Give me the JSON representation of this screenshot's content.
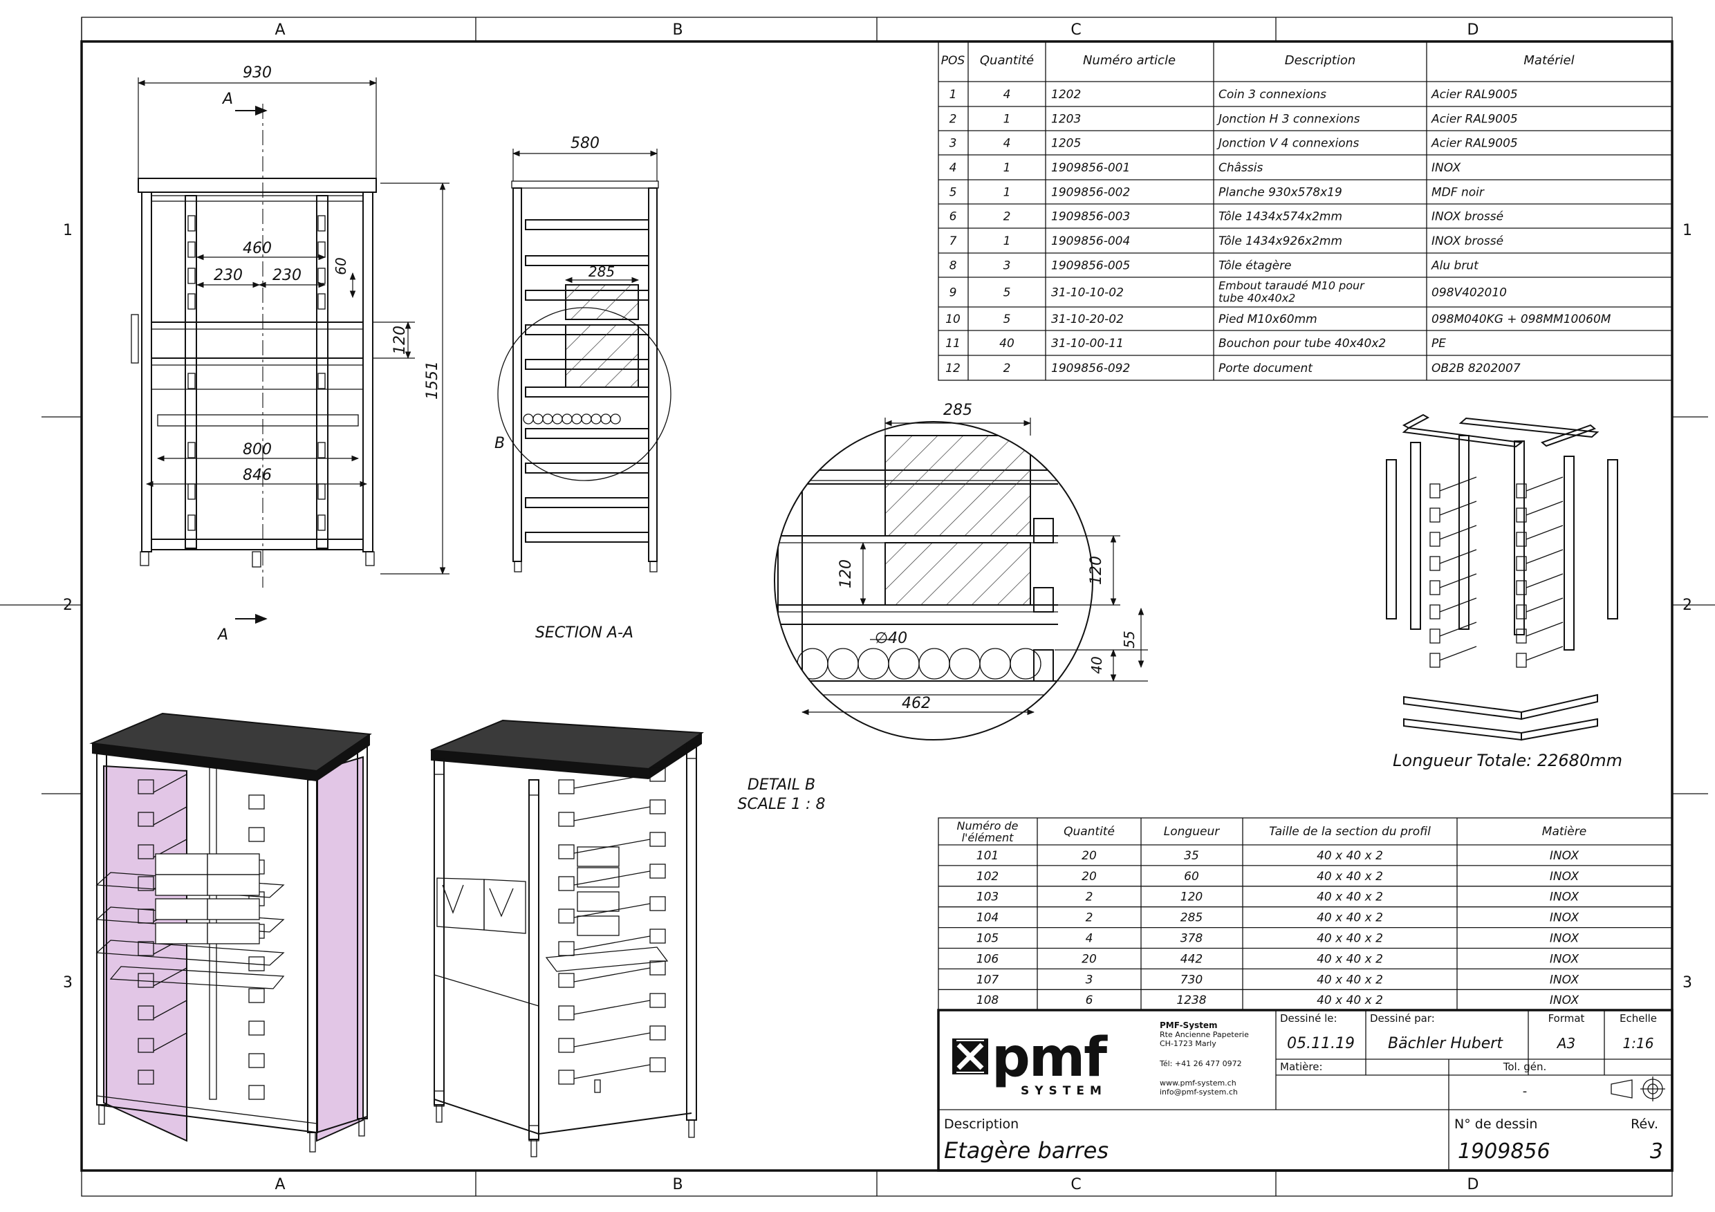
{
  "sheet": {
    "grid_columns": [
      "A",
      "B",
      "C",
      "D"
    ],
    "grid_rows": [
      "1",
      "2",
      "3"
    ]
  },
  "front_view": {
    "dims": {
      "overall_width": "930",
      "inner_460": "460",
      "half_a": "230",
      "half_b": "230",
      "d60": "60",
      "d120": "120",
      "d800": "800",
      "d846": "846",
      "height": "1551"
    },
    "section_letter_top": "A",
    "section_letter_bottom": "A"
  },
  "section_view": {
    "dims": {
      "depth": "580",
      "d285": "285"
    },
    "detail_letter": "B",
    "caption": "SECTION A-A"
  },
  "detail_b": {
    "dims": {
      "d285": "285",
      "d120_left": "120",
      "d120_right": "120",
      "dia40": "∅40",
      "d55": "55",
      "d40": "40",
      "d462": "462"
    },
    "caption_line1": "DETAIL B",
    "caption_line2": "SCALE 1 : 8"
  },
  "frame_iso": {
    "caption": "Longueur Totale: 22680mm"
  },
  "parts_list": {
    "headers": [
      "POS",
      "Quantité",
      "Numéro article",
      "Description",
      "Matériel"
    ],
    "rows": [
      [
        "1",
        "4",
        "1202",
        "Coin 3 connexions",
        "Acier RAL9005"
      ],
      [
        "2",
        "1",
        "1203",
        "Jonction H 3 connexions",
        "Acier RAL9005"
      ],
      [
        "3",
        "4",
        "1205",
        "Jonction V 4 connexions",
        "Acier RAL9005"
      ],
      [
        "4",
        "1",
        "1909856-001",
        "Châssis",
        "INOX"
      ],
      [
        "5",
        "1",
        "1909856-002",
        "Planche 930x578x19",
        "MDF noir"
      ],
      [
        "6",
        "2",
        "1909856-003",
        "Tôle 1434x574x2mm",
        "INOX brossé"
      ],
      [
        "7",
        "1",
        "1909856-004",
        "Tôle 1434x926x2mm",
        "INOX brossé"
      ],
      [
        "8",
        "3",
        "1909856-005",
        "Tôle étagère",
        "Alu brut"
      ],
      [
        "9",
        "5",
        "31-10-10-02",
        "Embout taraudé M10 pour tube 40x40x2",
        "098V402010"
      ],
      [
        "10",
        "5",
        "31-10-20-02",
        "Pied M10x60mm",
        "098M040KG + 098MM10060M"
      ],
      [
        "11",
        "40",
        "31-10-00-11",
        "Bouchon pour tube 40x40x2",
        "PE"
      ],
      [
        "12",
        "2",
        "1909856-092",
        "Porte document",
        "OB2B 8202007"
      ]
    ]
  },
  "profile_list": {
    "headers": [
      "Numéro de l'élément",
      "Quantité",
      "Longueur",
      "Taille de la section du profil",
      "Matière"
    ],
    "rows": [
      [
        "101",
        "20",
        "35",
        "40 x 40 x 2",
        "INOX"
      ],
      [
        "102",
        "20",
        "60",
        "40 x 40 x 2",
        "INOX"
      ],
      [
        "103",
        "2",
        "120",
        "40 x 40 x 2",
        "INOX"
      ],
      [
        "104",
        "2",
        "285",
        "40 x 40 x 2",
        "INOX"
      ],
      [
        "105",
        "4",
        "378",
        "40 x 40 x 2",
        "INOX"
      ],
      [
        "106",
        "20",
        "442",
        "40 x 40 x 2",
        "INOX"
      ],
      [
        "107",
        "3",
        "730",
        "40 x 40 x 2",
        "INOX"
      ],
      [
        "108",
        "6",
        "1238",
        "40 x 40 x 2",
        "INOX"
      ]
    ]
  },
  "title_block": {
    "logo_word": "pmf",
    "logo_sub": "SYSTEM",
    "company_name": "PMF-System",
    "address_1": "Rte Ancienne Papeterie",
    "address_2": "CH-1723 Marly",
    "phone": "Tél: +41 26 477 0972",
    "web": "www.pmf-system.ch",
    "email": "info@pmf-system.ch",
    "drawn_on_label": "Dessiné le:",
    "drawn_on_value": "05.11.19",
    "drawn_by_label": "Dessiné par:",
    "drawn_by_value": "Bächler Hubert",
    "format_label": "Format",
    "format_value": "A3",
    "scale_label": "Echelle",
    "scale_value": "1:16",
    "material_label": "Matière:",
    "tolerance_label": "Tol. gén.",
    "tolerance_value": "-",
    "description_label": "Description",
    "description_value": "Etagère barres",
    "drawing_no_label": "N° de dessin",
    "drawing_no_value": "1909856",
    "revision_label": "Rév.",
    "revision_value": "3"
  },
  "colors": {
    "side_panel": "#e2c6e6",
    "top_board": "#3a3a3a",
    "line": "#111111"
  }
}
